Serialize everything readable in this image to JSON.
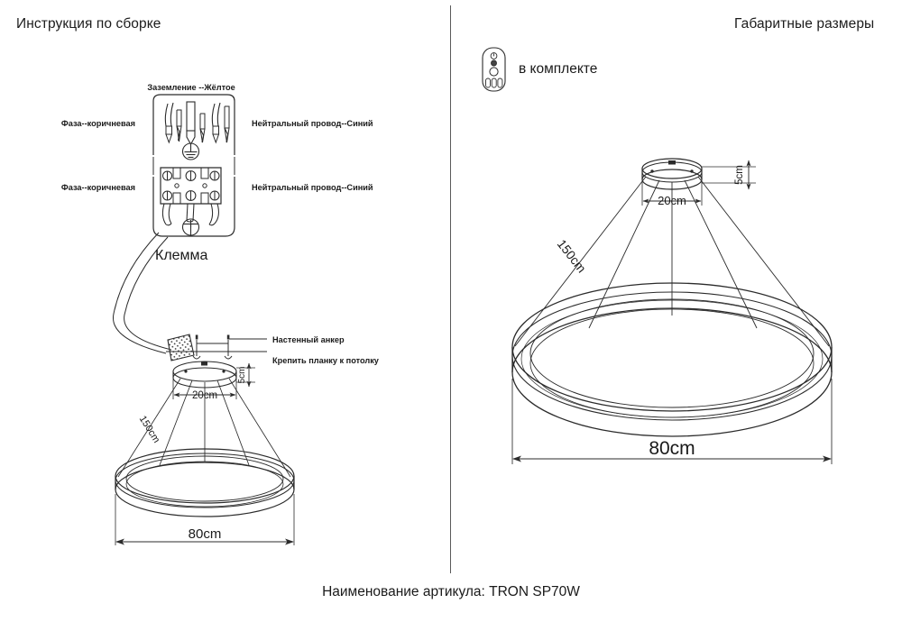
{
  "document": {
    "title_left": "Инструкция по сборке",
    "title_right": "Габаритные размеры",
    "caption": "Наименование артикула: TRON SP70W",
    "remote_label": "в комплекте"
  },
  "assembly": {
    "wiring": {
      "ground_label": "Заземление --Жёлтое",
      "phase_label_top": "Фаза--коричневая",
      "phase_label_bottom": "Фаза--коричневая",
      "neutral_label_top": "Нейтральный провод--Синий",
      "neutral_label_bottom": "Нейтральный провод--Синий",
      "terminal_label": "Клемма"
    },
    "mount": {
      "anchor_label": "Настенный анкер",
      "plate_label": "Крепить планку к потолку"
    },
    "dimensions": {
      "canopy_diameter": "20cm",
      "canopy_height": "5cm",
      "suspension": "150cm",
      "ring_diameter": "80cm"
    }
  },
  "overall": {
    "dimensions": {
      "canopy_diameter": "20cm",
      "canopy_height": "5cm",
      "suspension": "150cm",
      "ring_diameter": "80cm"
    }
  },
  "colors": {
    "line": "#2b2b2b",
    "thin_line": "#555555",
    "text": "#1a1a1a",
    "background": "#ffffff"
  }
}
